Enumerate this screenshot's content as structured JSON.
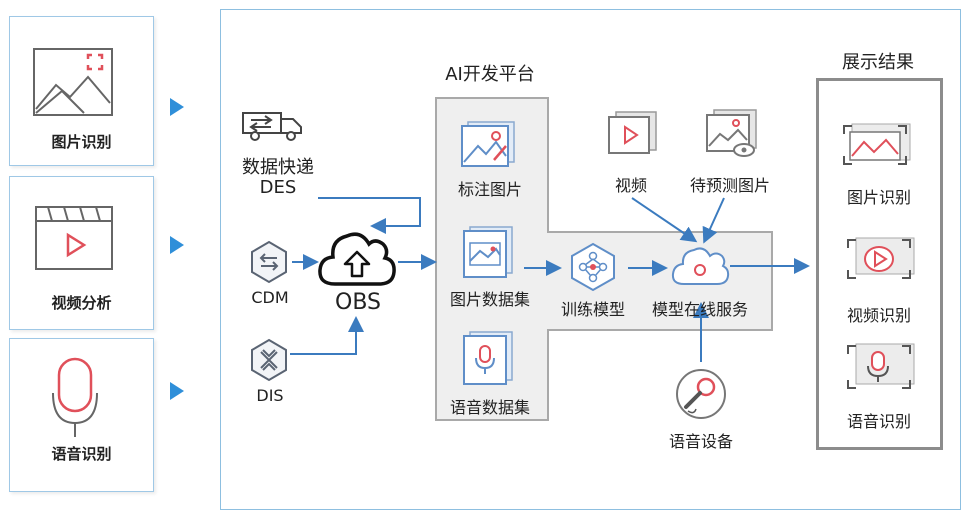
{
  "sources": [
    {
      "label": "图片识别"
    },
    {
      "label": "视频分析"
    },
    {
      "label": "语音识别"
    }
  ],
  "ingest": {
    "des_line1": "数据快递",
    "des_line2": "DES",
    "cdm": "CDM",
    "dis": "DIS",
    "obs": "OBS"
  },
  "platform": {
    "title": "AI开发平台",
    "label_images": "标注图片",
    "image_dataset": "图片数据集",
    "voice_dataset": "语音数据集",
    "train_model": "训练模型",
    "online_service": "模型在线服务"
  },
  "inputs": {
    "video": "视频",
    "images_to_predict": "待预测图片",
    "voice_device": "语音设备"
  },
  "results": {
    "title": "展示结果",
    "image": "图片识别",
    "video": "视频识别",
    "voice": "语音识别"
  },
  "colors": {
    "accent_blue": "#2f8fd9",
    "line_blue": "#3b7bbf",
    "platform_gray": "#efefef",
    "platform_border": "#a9a9a9",
    "icon_red": "#e0505a"
  }
}
